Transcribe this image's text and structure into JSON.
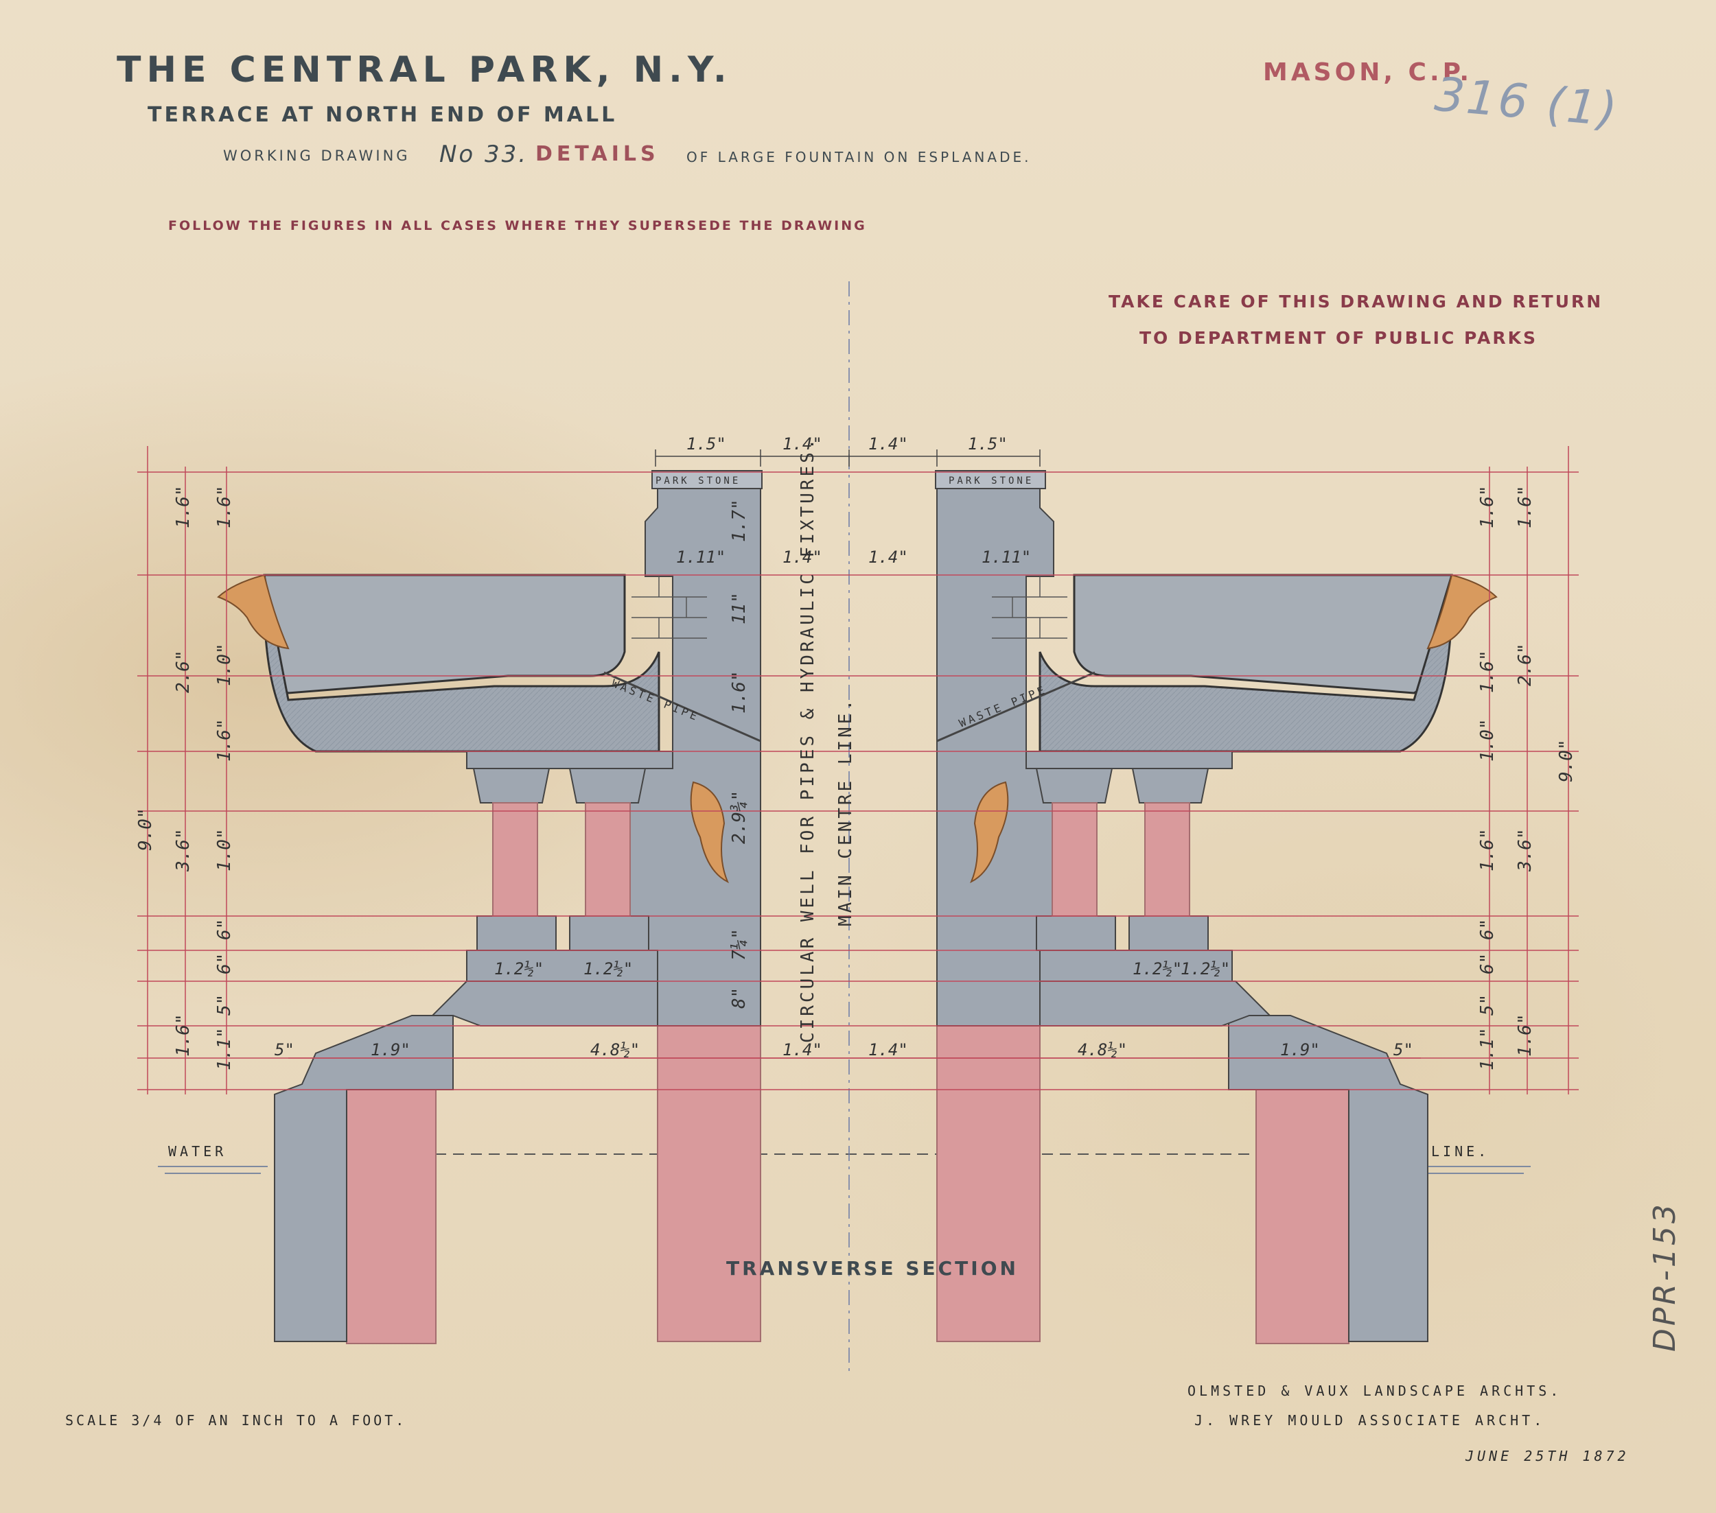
{
  "sheet": {
    "title": "THE CENTRAL PARK, N.Y.",
    "subtitle": "TERRACE AT NORTH END OF MALL",
    "working_label": "WORKING DRAWING",
    "working_number": "No 33.",
    "details": "DETAILS",
    "fountain": "OF LARGE FOUNTAIN ON ESPLANADE.",
    "follow": "FOLLOW THE FIGURES IN ALL CASES WHERE THEY SUPERSEDE THE DRAWING",
    "mason": "MASON, C.P.",
    "shelf_mark": "316 (1)",
    "take_care_line1": "TAKE CARE OF THIS DRAWING AND RETURN",
    "take_care_line2": "TO DEPARTMENT OF PUBLIC PARKS",
    "section_title": "TRANSVERSE SECTION",
    "scale": "SCALE 3/4 OF AN INCH TO A FOOT.",
    "architects_line1": "OLMSTED & VAUX LANDSCAPE ARCHTS.",
    "architects_line2": "J. WREY MOULD ASSOCIATE ARCHT.",
    "date": "JUNE 25TH 1872",
    "catalog": "DPR-153"
  },
  "labels": {
    "water": "WATER",
    "line": "LINE.",
    "park_stone_left": "PARK STONE",
    "park_stone_right": "PARK STONE",
    "waste_pipe_left": "WASTE PIPE",
    "waste_pipe_right": "WASTE PIPE",
    "well": "CIRCULAR WELL FOR PIPES & HYDRAULIC FIXTURES.",
    "centre_line": "MAIN CENTRE LINE."
  },
  "dimensions": {
    "top": [
      "1.5\"",
      "1.4\"",
      "1.4\"",
      "1.5\""
    ],
    "inner": [
      "1.11\"",
      "1.4\"",
      "1.4\"",
      "1.11\""
    ],
    "bottom": [
      "5\"",
      "1.9\"",
      "4.8½\"",
      "1.4\"",
      "1.4\"",
      "4.8½\"",
      "1.9\"",
      "5\""
    ],
    "left_overall": "9.0\"",
    "left_col1": [
      "1.6\"",
      "2.6\"",
      "3.6\"",
      "1.6\""
    ],
    "left_col2": [
      "1.6\"",
      "1.0\"",
      "1.6\"",
      "1.0\"",
      "6\"",
      "6\"",
      "5\"",
      "1.1\""
    ],
    "right_overall": "9.0\"",
    "right_col1": [
      "1.6\"",
      "2.6\"",
      "3.6\"",
      "1.6\""
    ],
    "right_col2": [
      "1.6\"",
      "1.6\"",
      "1.0\"",
      "1.6\"",
      "6\"",
      "6\"",
      "5\"",
      "1.1\""
    ],
    "centre_verticals": [
      "1.7\"",
      "11\"",
      "1.6\"",
      "2.9¾\"",
      "7¼\"",
      "8\""
    ],
    "base_steps": [
      "1.2½\"",
      "1.2½\"",
      "1.2½\"",
      "1.2½\""
    ]
  },
  "colors": {
    "stone": "#9fa7b1",
    "stone_dark": "#8c949e",
    "brick": "#d99a9c",
    "copper": "#d89a5e",
    "dim_red": "#c0485a",
    "ink": "#2b2b2b",
    "paper": "#e9dcc3"
  }
}
